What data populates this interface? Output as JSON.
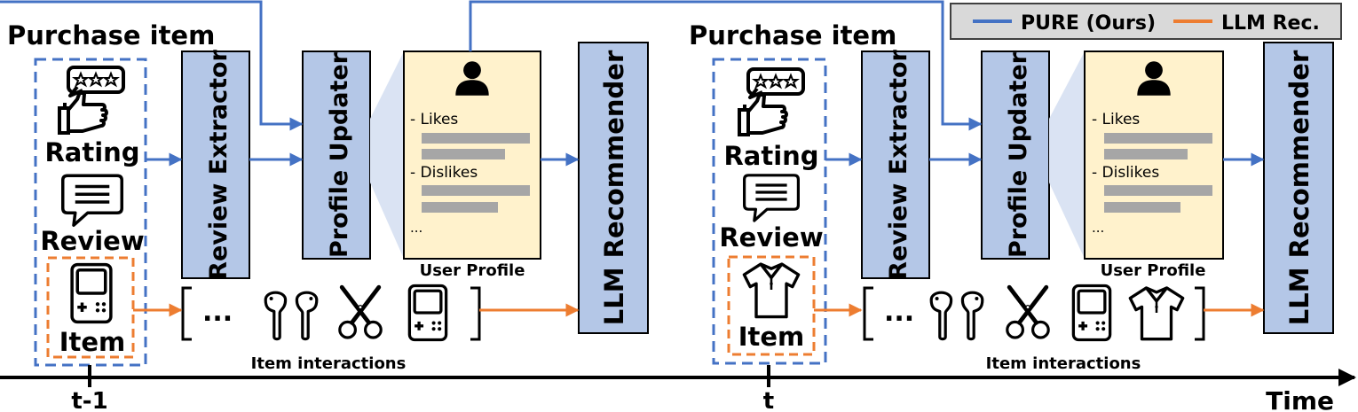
{
  "legend": {
    "pure_label": "PURE (Ours)",
    "llm_label": "LLM Rec.",
    "pure_color": "#4472c4",
    "llm_color": "#ed7d31"
  },
  "colors": {
    "module_fill": "#b4c7e7",
    "profile_fill": "#fff2cc",
    "profile_shadow": "#dae3f3",
    "text_bar": "#a6a6a6",
    "legend_bg": "#d9d9d9"
  },
  "stages": [
    {
      "purchase_title": "Purchase item",
      "rating_label": "Rating",
      "review_label": "Review",
      "item_label": "Item",
      "item_icon": "game-console-icon",
      "review_extractor": "Review Extractor",
      "profile_updater": "Profile Updater",
      "profile_likes": "- Likes",
      "profile_dislikes": "- Dislikes",
      "profile_more": "...",
      "user_profile_caption": "User Profile",
      "llm_recommender": "LLM Recommender",
      "interactions_caption": "Item interactions",
      "interaction_icons": [
        "earbuds-icon",
        "scissors-icon",
        "game-console-icon"
      ],
      "interactions_ellipsis": "...",
      "time_label": "t-1"
    },
    {
      "purchase_title": "Purchase item",
      "rating_label": "Rating",
      "review_label": "Review",
      "item_label": "Item",
      "item_icon": "shirt-icon",
      "review_extractor": "Review Extractor",
      "profile_updater": "Profile Updater",
      "profile_likes": "- Likes",
      "profile_dislikes": "- Dislikes",
      "profile_more": "...",
      "user_profile_caption": "User Profile",
      "llm_recommender": "LLM Recommender",
      "interactions_caption": "Item interactions",
      "interaction_icons": [
        "earbuds-icon",
        "scissors-icon",
        "game-console-icon",
        "shirt-icon"
      ],
      "interactions_ellipsis": "...",
      "time_label": "t"
    }
  ],
  "time_axis_label": "Time"
}
